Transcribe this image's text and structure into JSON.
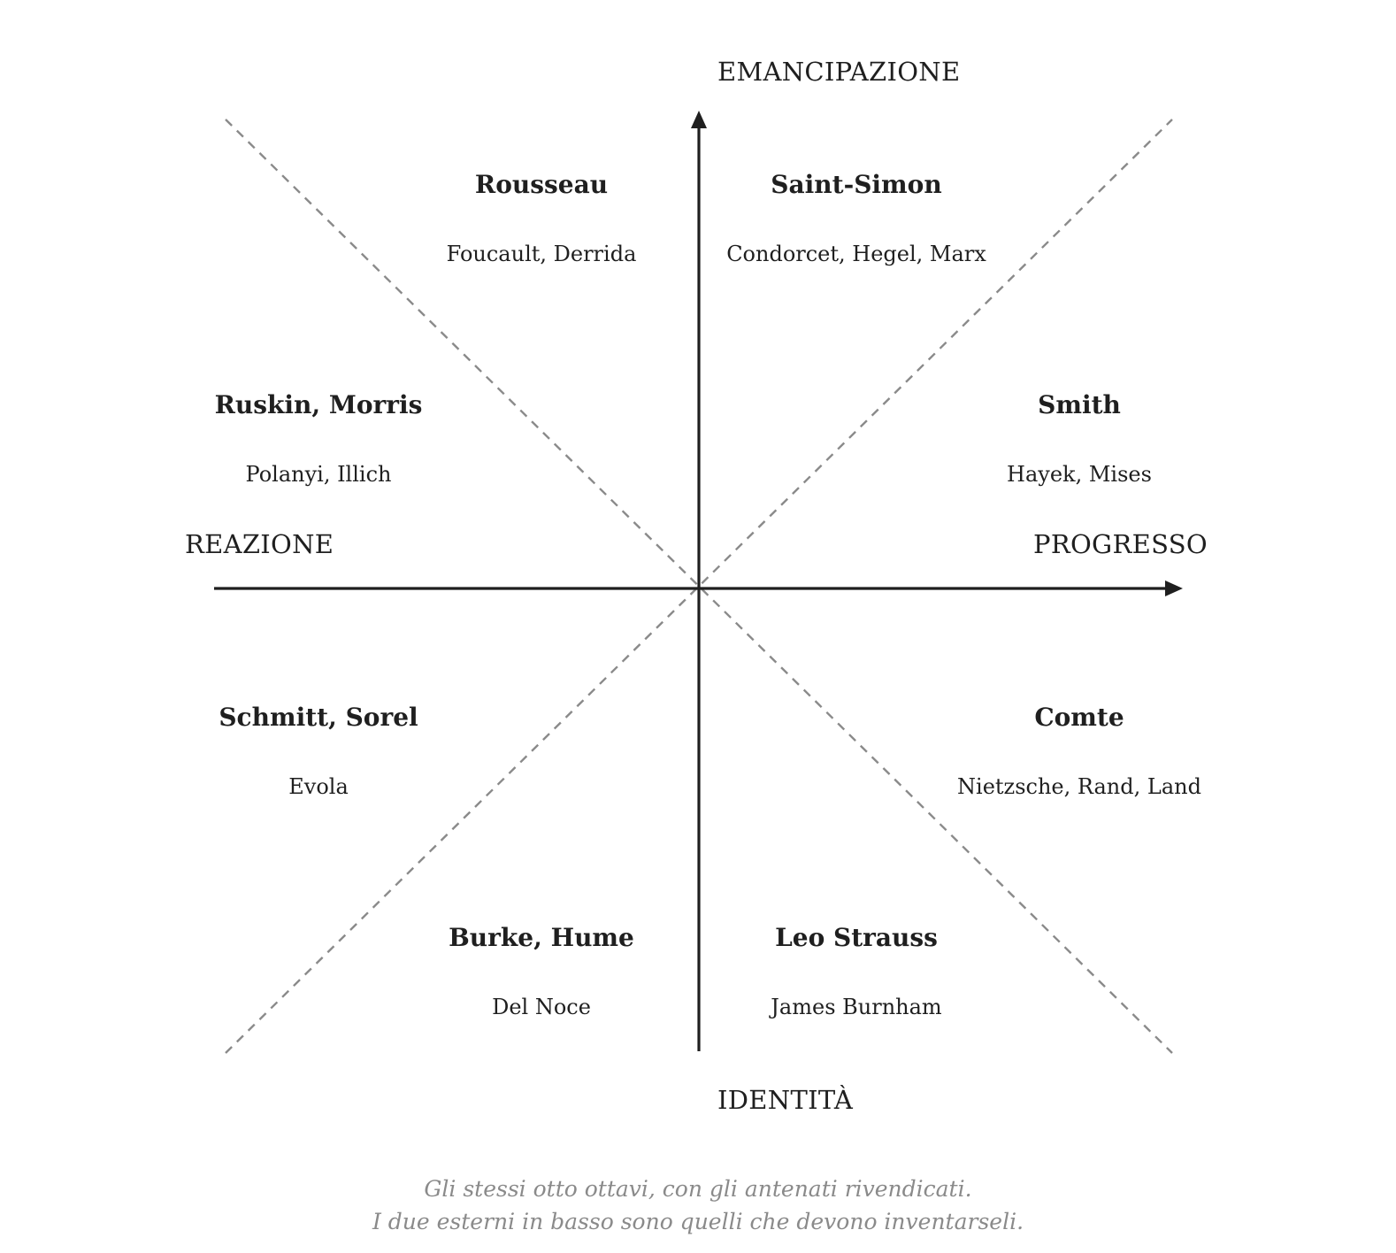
{
  "axes": {
    "top": "EMANCIPAZIONE",
    "bottom": "IDENTITÀ",
    "left": "REAZIONE",
    "right": "PROGRESSO"
  },
  "octants": [
    {
      "id": "top-left",
      "primary": "Rousseau",
      "secondary": "Foucault, Derrida"
    },
    {
      "id": "top-right",
      "primary": "Saint-Simon",
      "secondary": "Condorcet, Hegel, Marx"
    },
    {
      "id": "upper-left",
      "primary": "Ruskin, Morris",
      "secondary": "Polanyi, Illich"
    },
    {
      "id": "upper-right",
      "primary": "Smith",
      "secondary": "Hayek, Mises"
    },
    {
      "id": "lower-left",
      "primary": "Schmitt, Sorel",
      "secondary": "Evola"
    },
    {
      "id": "lower-right",
      "primary": "Comte",
      "secondary": "Nietzsche, Rand, Land"
    },
    {
      "id": "bottom-left",
      "primary": "Burke, Hume",
      "secondary": "Del Noce"
    },
    {
      "id": "bottom-right",
      "primary": "Leo Strauss",
      "secondary": "James Burnham"
    }
  ],
  "caption": {
    "line1": "Gli stessi otto ottavi, con gli antenati rivendicati.",
    "line2": "I due esterni in basso sono quelli che devono inventarseli."
  },
  "colors": {
    "axis": "#1f1f1f",
    "diagonal": "#8a8a8a",
    "caption": "#8a8a8a"
  }
}
